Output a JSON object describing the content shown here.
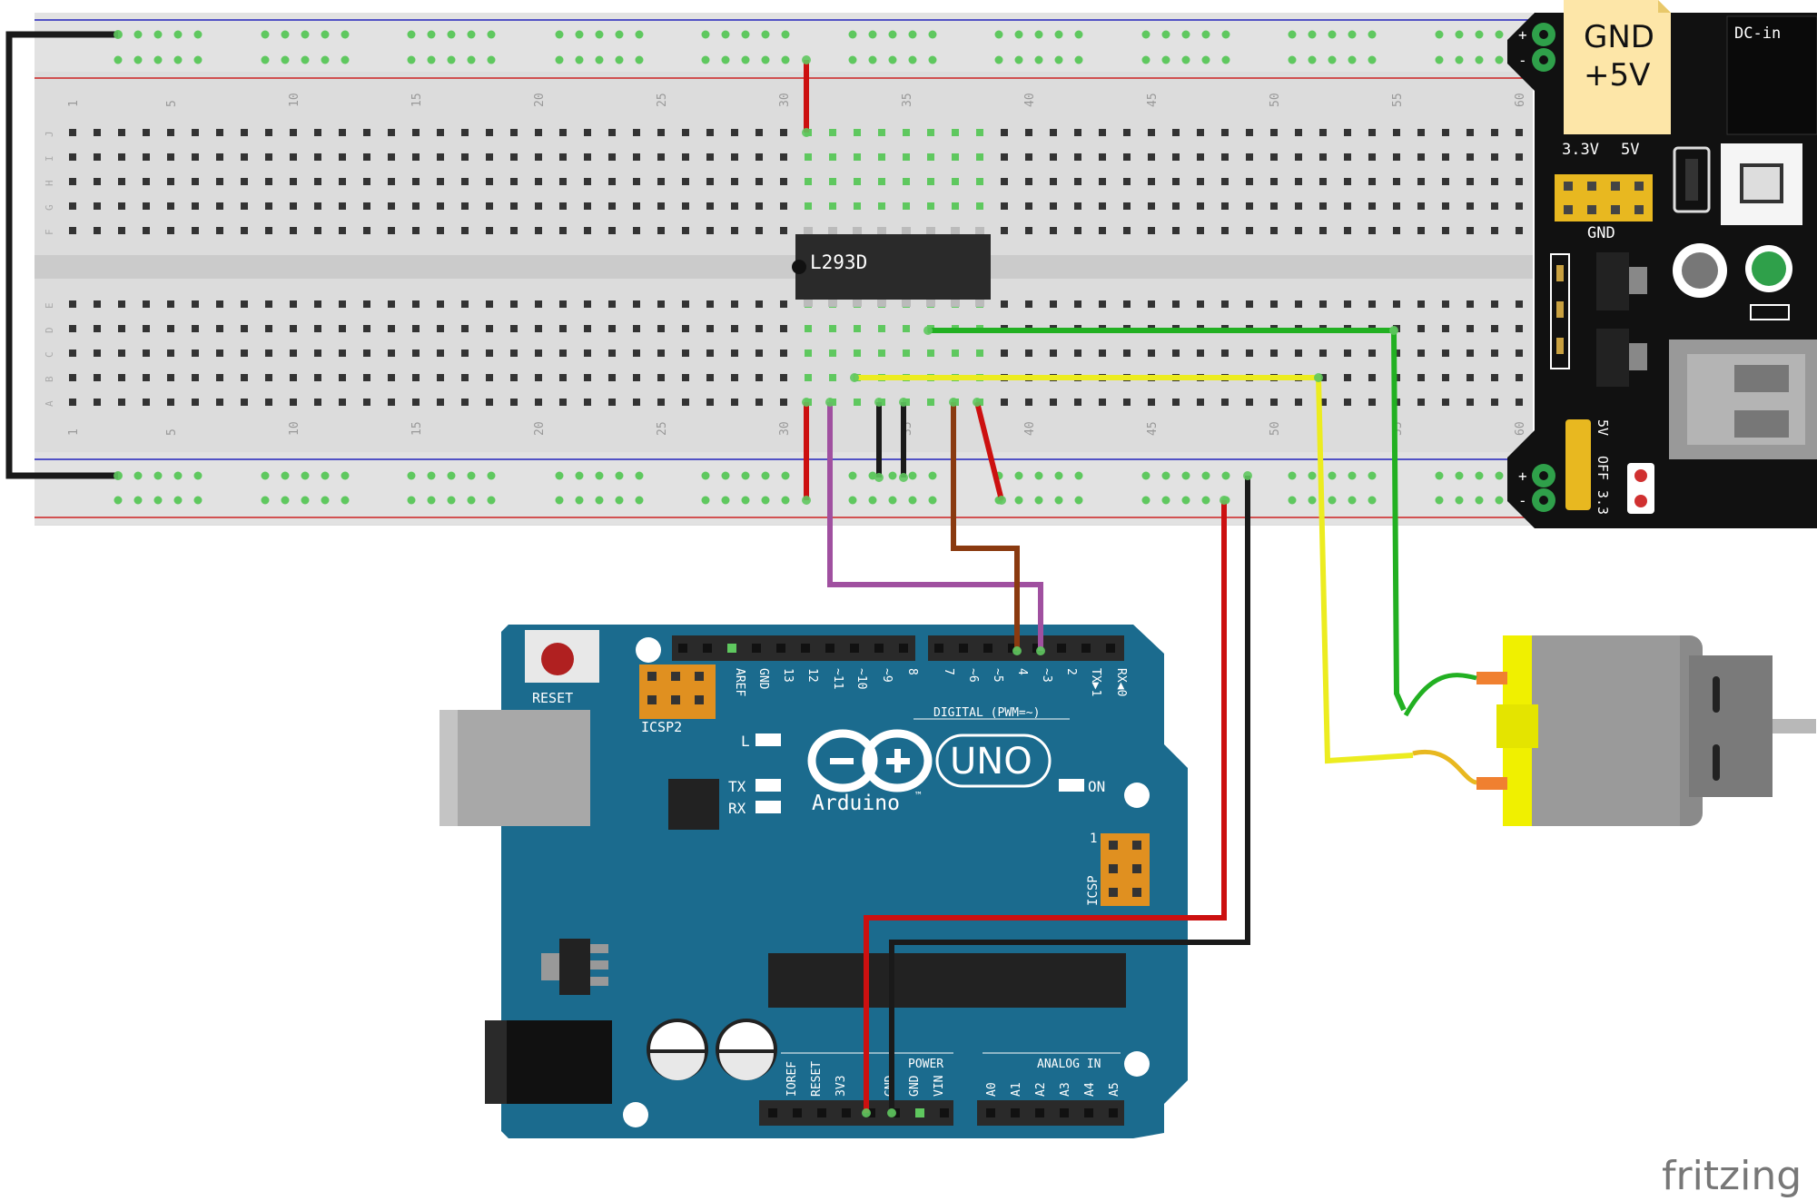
{
  "breadboard": {
    "column_numbers": [
      "1",
      "5",
      "10",
      "15",
      "20",
      "25",
      "30",
      "35",
      "40",
      "45",
      "50",
      "55",
      "60"
    ],
    "row_letters_top": [
      "J",
      "I",
      "H",
      "G",
      "F"
    ],
    "row_letters_bottom": [
      "E",
      "D",
      "C",
      "B",
      "A"
    ]
  },
  "chip": {
    "label": "L293D"
  },
  "power_module": {
    "note_label": "GND\n+5V",
    "dc_in": "DC-in",
    "v33": "3.3V",
    "v5": "5V",
    "gnd": "GND",
    "jumper_labels": [
      "5V",
      "OFF",
      "3.3"
    ],
    "pin_plus": "+",
    "pin_minus": "-"
  },
  "arduino": {
    "reset": "RESET",
    "icsp2": "ICSP2",
    "icsp": "ICSP",
    "digital_label": "DIGITAL (PWM=~)",
    "top_pins": [
      "AREF",
      "GND",
      "13",
      "12",
      "~11",
      "~10",
      "~9",
      "8",
      "7",
      "~6",
      "~5",
      "4",
      "~3",
      "2",
      "TX▶1",
      "RX◀0"
    ],
    "led_l": "L",
    "led_tx": "TX",
    "led_rx": "RX",
    "led_on": "ON",
    "brand": "Arduino",
    "tm": "™",
    "model": "UNO",
    "icsp_pin1": "1",
    "power_label": "POWER",
    "analog_label": "ANALOG IN",
    "bottom_power_pins": [
      "IOREF",
      "RESET",
      "3V3",
      "5V",
      "GND",
      "GND",
      "VIN"
    ],
    "bottom_analog_pins": [
      "A0",
      "A1",
      "A2",
      "A3",
      "A4",
      "A5"
    ]
  },
  "footer": {
    "brand": "fritzing"
  },
  "colors": {
    "breadboard": "#dcdcdc",
    "wire_red": "#cc1010",
    "wire_black": "#1a1a1a",
    "wire_green": "#22b022",
    "wire_yellow": "#ecec20",
    "wire_purple": "#a050a0",
    "wire_brown": "#8a3a10",
    "arduino_blue": "#1b6b8e",
    "hole_green": "#5fc85f"
  }
}
